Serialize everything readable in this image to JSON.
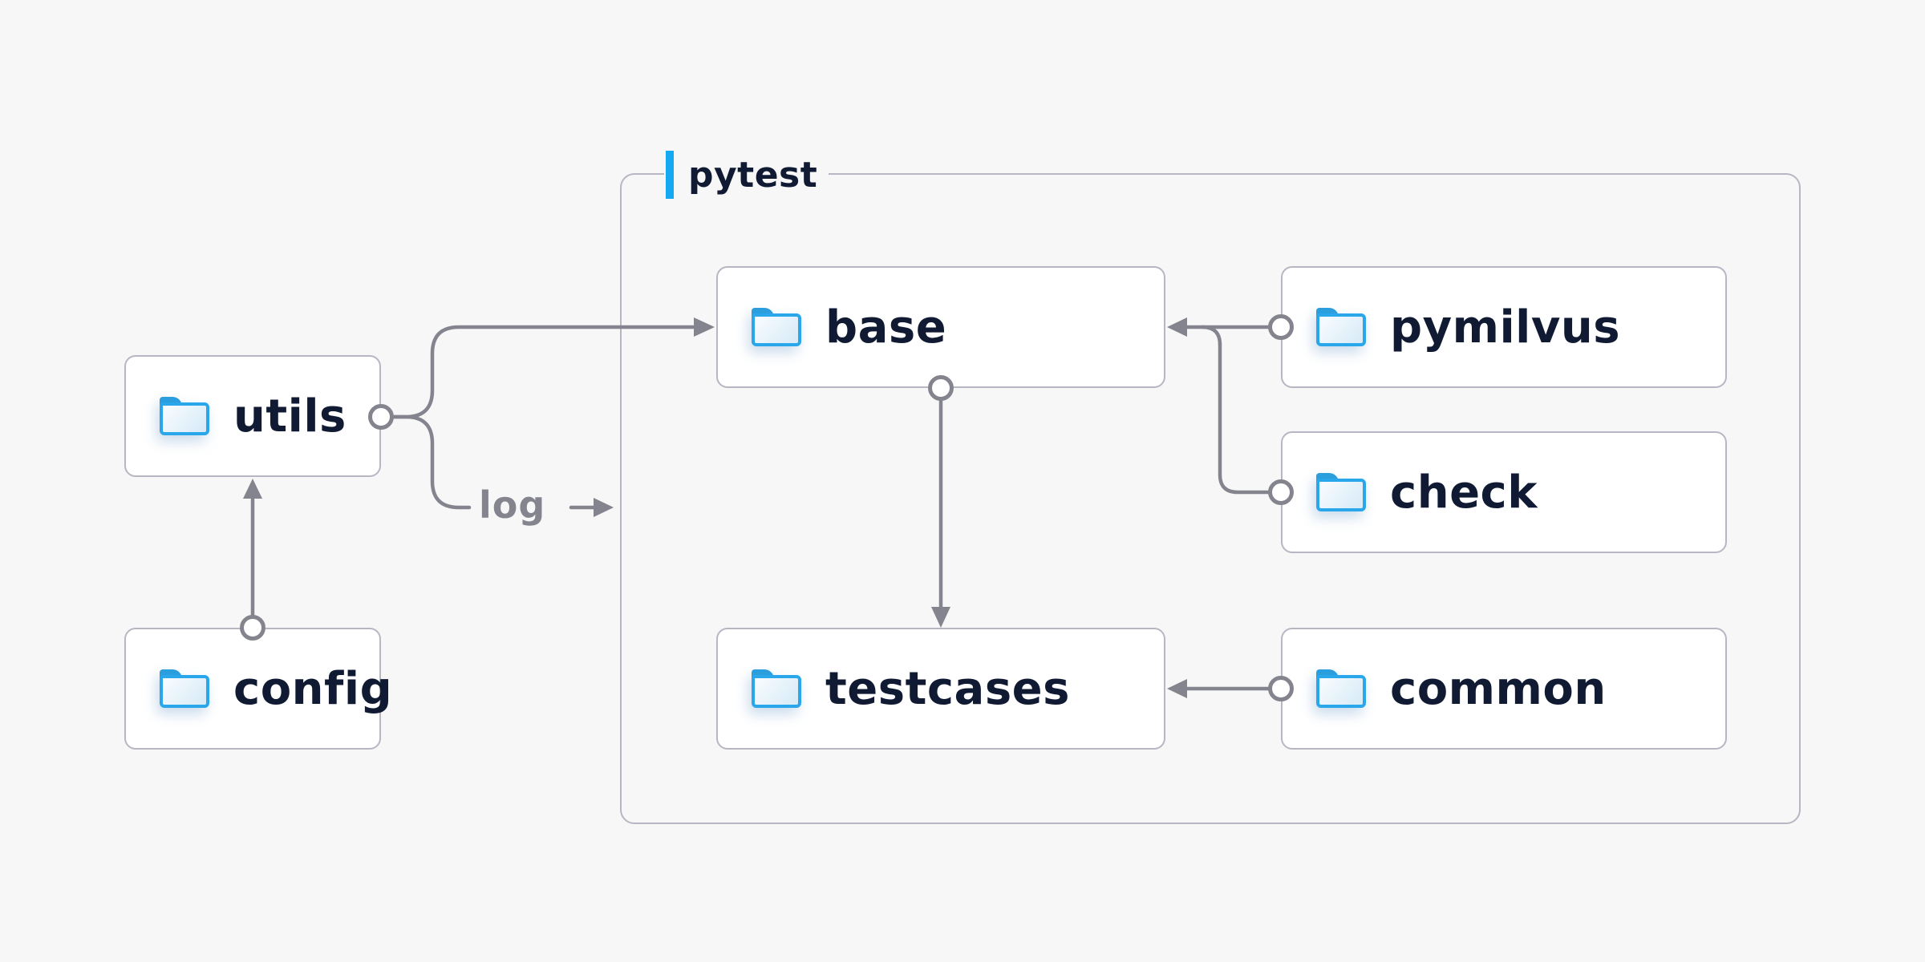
{
  "group": {
    "label": "pytest"
  },
  "nodes": [
    {
      "id": "utils",
      "label": "utils",
      "icon": "folder-icon"
    },
    {
      "id": "config",
      "label": "config",
      "icon": "folder-icon"
    },
    {
      "id": "base",
      "label": "base",
      "icon": "folder-icon",
      "group": "pytest"
    },
    {
      "id": "pymilvus",
      "label": "pymilvus",
      "icon": "folder-icon",
      "group": "pytest"
    },
    {
      "id": "check",
      "label": "check",
      "icon": "folder-icon",
      "group": "pytest"
    },
    {
      "id": "testcases",
      "label": "testcases",
      "icon": "folder-icon",
      "group": "pytest"
    },
    {
      "id": "common",
      "label": "common",
      "icon": "folder-icon",
      "group": "pytest"
    }
  ],
  "edges": [
    {
      "from": "config",
      "to": "utils"
    },
    {
      "from": "utils",
      "to": "base"
    },
    {
      "from": "utils",
      "to": "pytest",
      "label": "log"
    },
    {
      "from": "pymilvus",
      "to": "base"
    },
    {
      "from": "check",
      "to": "base"
    },
    {
      "from": "base",
      "to": "testcases"
    },
    {
      "from": "common",
      "to": "testcases"
    }
  ],
  "colors": {
    "background": "#f7f7f8",
    "node_fill": "#ffffff",
    "node_border": "#b7b7c3",
    "node_text": "#101b33",
    "connector": "#84848e",
    "group_border": "#b7b7c3",
    "group_accent_bar": "#15a9f1",
    "group_text": "#101b33",
    "edge_label_text": "#84848e",
    "folder_icon_blue": "#29a7ea"
  }
}
